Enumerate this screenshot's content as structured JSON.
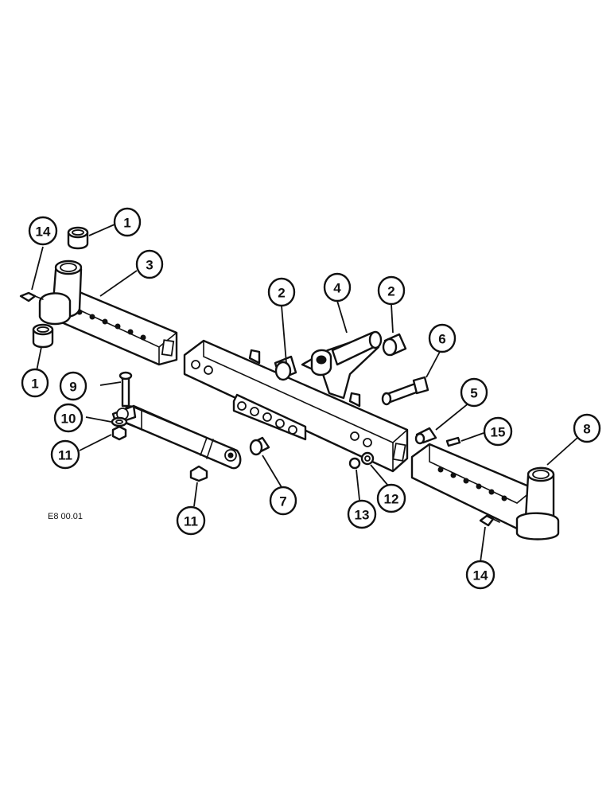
{
  "drawing_reference": "E8 00.01",
  "callouts": [
    {
      "id": "c1a",
      "label": "1"
    },
    {
      "id": "c1b",
      "label": "1"
    },
    {
      "id": "c2a",
      "label": "2"
    },
    {
      "id": "c2b",
      "label": "2"
    },
    {
      "id": "c3",
      "label": "3"
    },
    {
      "id": "c4",
      "label": "4"
    },
    {
      "id": "c5",
      "label": "5"
    },
    {
      "id": "c6",
      "label": "6"
    },
    {
      "id": "c7",
      "label": "7"
    },
    {
      "id": "c8",
      "label": "8"
    },
    {
      "id": "c9",
      "label": "9"
    },
    {
      "id": "c10",
      "label": "10"
    },
    {
      "id": "c11a",
      "label": "11"
    },
    {
      "id": "c11b",
      "label": "11"
    },
    {
      "id": "c12",
      "label": "12"
    },
    {
      "id": "c13",
      "label": "13"
    },
    {
      "id": "c14a",
      "label": "14"
    },
    {
      "id": "c14b",
      "label": "14"
    },
    {
      "id": "c15",
      "label": "15"
    }
  ]
}
